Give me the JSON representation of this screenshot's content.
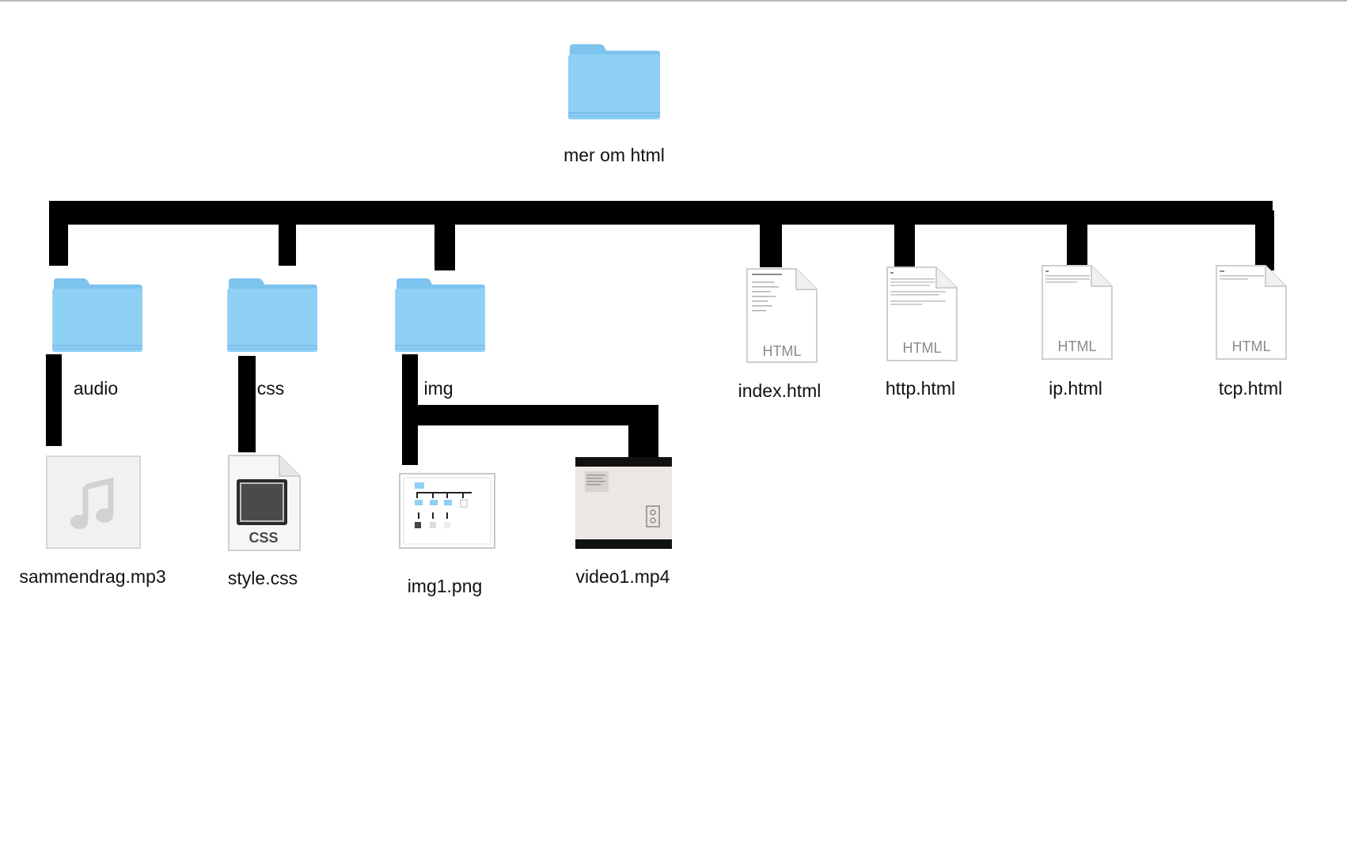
{
  "colors": {
    "folder": "#8ECFF4",
    "folder_dark": "#6FB7E6",
    "connector": "#000000",
    "label": "#111111"
  },
  "root": {
    "label": "mer om html",
    "icon": "folder-icon"
  },
  "folders": [
    {
      "id": "audio",
      "label": "audio",
      "icon": "folder-icon"
    },
    {
      "id": "css",
      "label": "css",
      "icon": "folder-icon"
    },
    {
      "id": "img",
      "label": "img",
      "icon": "folder-icon"
    }
  ],
  "html_files": [
    {
      "label": "index.html",
      "tag": "HTML",
      "icon": "html-document-icon"
    },
    {
      "label": "http.html",
      "tag": "HTML",
      "icon": "html-document-icon"
    },
    {
      "label": "ip.html",
      "tag": "HTML",
      "icon": "html-document-icon"
    },
    {
      "label": "tcp.html",
      "tag": "HTML",
      "icon": "html-document-icon"
    }
  ],
  "children": {
    "audio": [
      {
        "label": "sammendrag.mp3",
        "icon": "music-note-icon"
      }
    ],
    "css": [
      {
        "label": "style.css",
        "tag": "CSS",
        "icon": "css-file-icon"
      }
    ],
    "img": [
      {
        "label": "img1.png",
        "icon": "image-thumbnail-icon"
      },
      {
        "label": "video1.mp4",
        "icon": "video-thumbnail-icon"
      }
    ]
  }
}
